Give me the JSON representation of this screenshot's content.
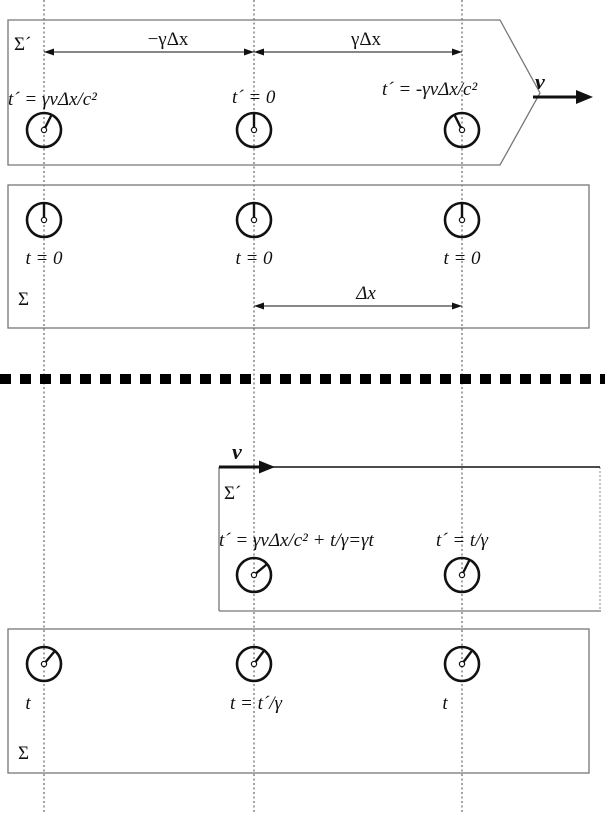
{
  "top": {
    "primed_frame": {
      "label": "Σ´",
      "velocity_label": "v",
      "dim_left": "−γΔx",
      "dim_right": "γΔx",
      "clocks": [
        {
          "label": "t´ = γvΔx/c²"
        },
        {
          "label": "t´ = 0"
        },
        {
          "label": "t´ = -γvΔx/c²"
        }
      ]
    },
    "rest_frame": {
      "label": "Σ",
      "dim": "Δx",
      "clocks": [
        {
          "label": "t = 0"
        },
        {
          "label": "t = 0"
        },
        {
          "label": "t = 0"
        }
      ]
    }
  },
  "bottom": {
    "primed_frame": {
      "label": "Σ´",
      "velocity_label": "v",
      "clocks": [
        {
          "label": "t´ = γvΔx/c² + t/γ=γt"
        },
        {
          "label": "t´ = t/γ"
        }
      ]
    },
    "rest_frame": {
      "label": "Σ",
      "clocks": [
        {
          "label": "t"
        },
        {
          "label": "t = t´/γ"
        },
        {
          "label": "t"
        }
      ]
    }
  },
  "colors": {
    "ink": "#111111",
    "frame": "#777777",
    "separator": "#000000"
  }
}
